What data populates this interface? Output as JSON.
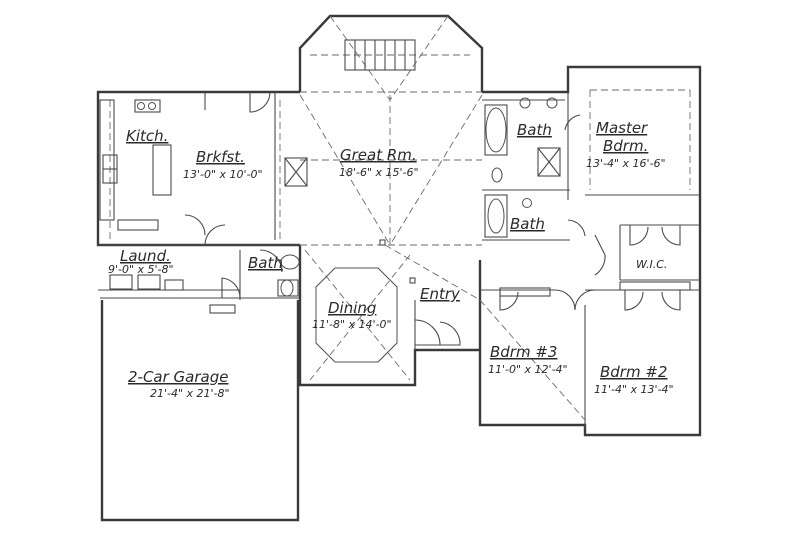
{
  "rooms": {
    "kitchen": {
      "name": "Kitch."
    },
    "breakfast": {
      "name": "Brkfst.",
      "size": "13'-0\" x 10'-0\""
    },
    "great": {
      "name": "Great Rm.",
      "size": "18'-6\" x 15'-6\""
    },
    "bath_top": {
      "name": "Bath"
    },
    "master": {
      "name": "Master",
      "name2": "Bdrm.",
      "size": "13'-4\" x 16'-6\""
    },
    "bath_mid": {
      "name": "Bath"
    },
    "wic": {
      "name": "W.I.C."
    },
    "laundry": {
      "name": "Laund.",
      "size": "9'-0\" x 5'-8\""
    },
    "bath_low": {
      "name": "Bath"
    },
    "entry": {
      "name": "Entry"
    },
    "dining": {
      "name": "Dining",
      "size": "11'-8\" x 14'-0\""
    },
    "bdrm3": {
      "name": "Bdrm #3",
      "size": "11'-0\" x 12'-4\""
    },
    "bdrm2": {
      "name": "Bdrm #2",
      "size": "11'-4\" x 13'-4\""
    },
    "garage": {
      "name": "2-Car Garage",
      "size": "21'-4\" x 21'-8\""
    }
  }
}
